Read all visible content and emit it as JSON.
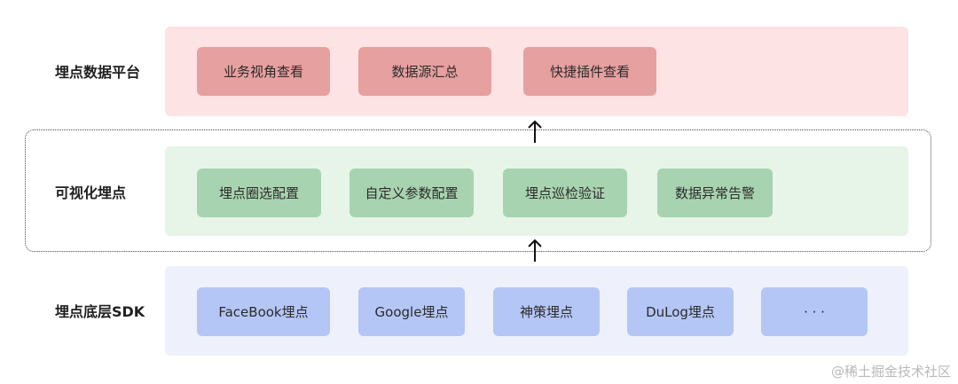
{
  "layers": [
    {
      "label": "埋点数据平台",
      "items": [
        "业务视角查看",
        "数据源汇总",
        "快捷插件查看"
      ]
    },
    {
      "label": "可视化埋点",
      "items": [
        "埋点圈选配置",
        "自定义参数配置",
        "埋点巡检验证",
        "数据异常告警"
      ]
    },
    {
      "label": "埋点底层SDK",
      "items": [
        "FaceBook埋点",
        "Google埋点",
        "神策埋点",
        "DuLog埋点",
        "· · ·"
      ]
    }
  ],
  "colors": {
    "top_band": "#fde3e3",
    "top_box": "#e6a09f",
    "mid_band": "#e6f5e8",
    "mid_box": "#a8d3b0",
    "bottom_band": "#eef1fb",
    "bottom_box": "#b4c6f5"
  },
  "watermark": "@稀土掘金技术社区"
}
